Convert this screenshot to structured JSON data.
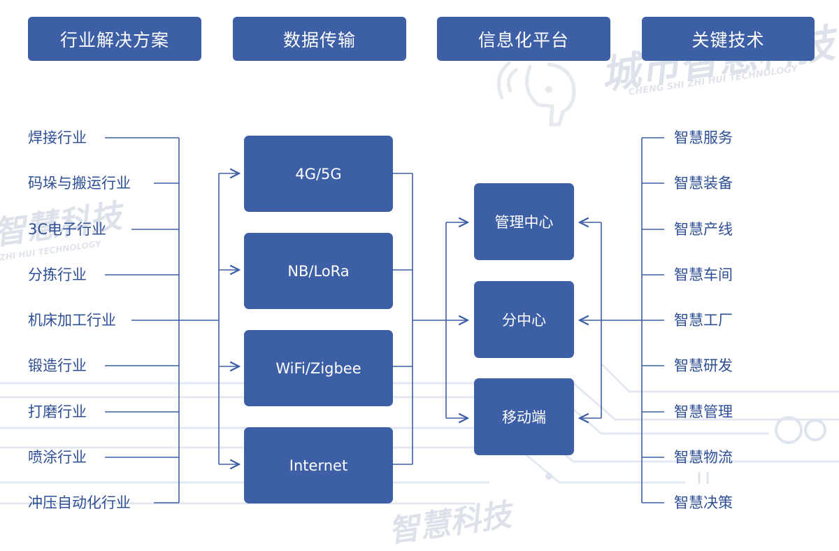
{
  "headers": [
    {
      "label": "行业解决方案"
    },
    {
      "label": "数据传输"
    },
    {
      "label": "信息化平台"
    },
    {
      "label": "关键技术"
    }
  ],
  "industries": [
    "焊接行业",
    "码垛与搬运行业",
    "3C电子行业",
    "分拣行业",
    "机床加工行业",
    "锻造行业",
    "打磨行业",
    "喷涂行业",
    "冲压自动化行业"
  ],
  "transmission": [
    "4G/5G",
    "NB/LoRa",
    "WiFi/Zigbee",
    "Internet"
  ],
  "platform": [
    "管理中心",
    "分中心",
    "移动端"
  ],
  "technologies": [
    "智慧服务",
    "智慧装备",
    "智慧产线",
    "智慧车间",
    "智慧工厂",
    "智慧研发",
    "智慧管理",
    "智慧物流",
    "智慧决策"
  ],
  "watermark": {
    "brand": "城市智慧科技",
    "brand_short": "智慧科技",
    "tagline": "CHENG SHI ZHI HUI TECHNOLOGY",
    "tagline_short": "I ZHI HUI TECHNOLOGY"
  },
  "colors": {
    "box": "#3d5fa6",
    "label": "#2e4f95",
    "line": "#3d5fa6",
    "circuit": "#dfe5ee"
  }
}
